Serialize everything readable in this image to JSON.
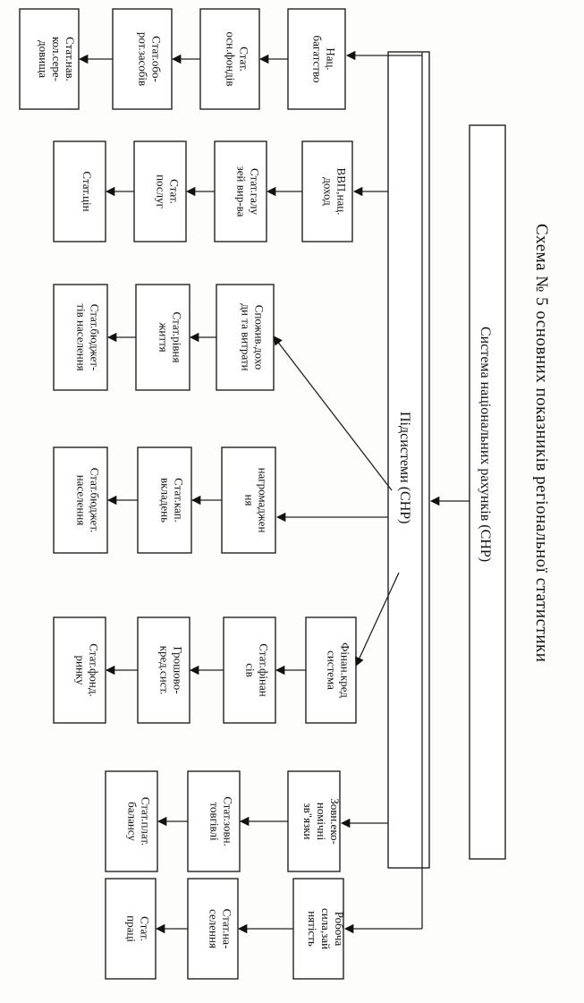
{
  "title": "Схема  № 5  основних  показників  регіональної  статистики",
  "system": "Система  національних  рахунків  (СНР)",
  "subsystems": "Підсистеми  (СНР)",
  "columns": [
    {
      "level1": [
        "Нац.",
        "багатство"
      ],
      "level2": [
        "Стат.",
        "осн.фондів"
      ],
      "level3": [
        "Стат.обо-",
        "рот.засобів"
      ],
      "level4": [
        "Стат.нав.",
        "кол.сере-",
        "довища"
      ]
    },
    {
      "level1": [
        "ВВП,нац.",
        "доход"
      ],
      "level2": [
        "Стат.галу",
        "зей вир-ва"
      ],
      "level3": [
        "Стат.",
        "послуг"
      ],
      "level4": [
        "Стат.цін"
      ]
    },
    {
      "level1": [
        "Спожив.дохо",
        "ди та витрати"
      ],
      "level2": [
        "Стат.рівня",
        "життя"
      ],
      "level3": [
        "Стат.бюджет-",
        "тів населення"
      ],
      "level4": []
    },
    {
      "level1": [
        "нагромаджен",
        "ня"
      ],
      "level2": [
        "Стат.кап.",
        "вкладень"
      ],
      "level3": [
        "Стат.бюджет.",
        "населення"
      ],
      "level4": []
    },
    {
      "level1": [
        "Фінан.кред",
        "система"
      ],
      "level2": [
        "Стат.фінан",
        "сів"
      ],
      "level3": [
        "Грошово-",
        "кред.сист."
      ],
      "level4": [
        "Стат.фонд.",
        "ринку"
      ]
    },
    {
      "level1": [
        "Зовн.еко-",
        "номічні",
        "зв\"язки"
      ],
      "level2": [
        "Стат.зовн.",
        "товгівлі"
      ],
      "level3": [
        "Стат.плат.",
        "балансу"
      ],
      "level4": []
    },
    {
      "level1": [
        "Робоча",
        "сила,зай",
        "нятість"
      ],
      "level2": [
        "Стат.на-",
        "селення"
      ],
      "level3": [
        "Стат.",
        "праці"
      ],
      "level4": []
    }
  ]
}
